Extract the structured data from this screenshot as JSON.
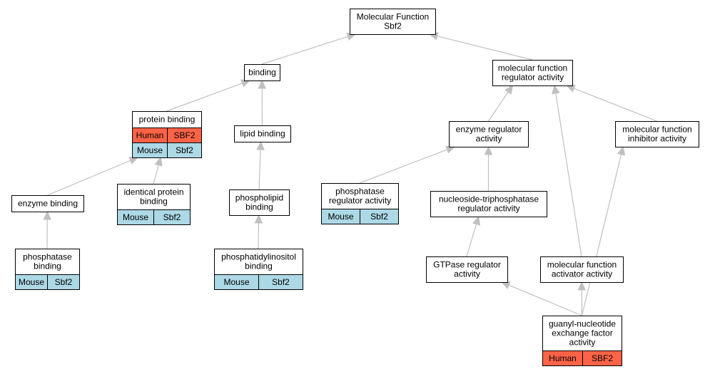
{
  "colors": {
    "edge": "#c0c0c0",
    "node_border": "#000000",
    "node_fill": "#ffffff",
    "human": "#ff6347",
    "mouse": "#add8e6"
  },
  "nodes": [
    {
      "id": "mf",
      "lines": [
        "Molecular Function",
        "Sbf2"
      ],
      "annotations": []
    },
    {
      "id": "binding",
      "lines": [
        "binding"
      ],
      "annotations": []
    },
    {
      "id": "mfra",
      "lines": [
        "molecular function",
        "regulator activity"
      ],
      "annotations": []
    },
    {
      "id": "protein_binding",
      "lines": [
        "protein binding"
      ],
      "annotations": [
        {
          "species": "Human",
          "gene": "SBF2"
        },
        {
          "species": "Mouse",
          "gene": "Sbf2"
        }
      ]
    },
    {
      "id": "lipid_binding",
      "lines": [
        "lipid binding"
      ],
      "annotations": []
    },
    {
      "id": "enzyme_reg",
      "lines": [
        "enzyme regulator",
        "activity"
      ],
      "annotations": []
    },
    {
      "id": "mf_inhib",
      "lines": [
        "molecular function",
        "inhibitor activity"
      ],
      "annotations": []
    },
    {
      "id": "enzyme_binding",
      "lines": [
        "enzyme binding"
      ],
      "annotations": []
    },
    {
      "id": "identical_pb",
      "lines": [
        "identical protein",
        "binding"
      ],
      "annotations": [
        {
          "species": "Mouse",
          "gene": "Sbf2"
        }
      ]
    },
    {
      "id": "phospholipid",
      "lines": [
        "phospholipid",
        "binding"
      ],
      "annotations": []
    },
    {
      "id": "phosphatase_reg",
      "lines": [
        "phosphatase",
        "regulator activity"
      ],
      "annotations": [
        {
          "species": "Mouse",
          "gene": "Sbf2"
        }
      ]
    },
    {
      "id": "ntp_reg",
      "lines": [
        "nucleoside-triphosphatase",
        "regulator activity"
      ],
      "annotations": []
    },
    {
      "id": "phosphatase_binding",
      "lines": [
        "phosphatase",
        "binding"
      ],
      "annotations": [
        {
          "species": "Mouse",
          "gene": "Sbf2"
        }
      ]
    },
    {
      "id": "pi_binding",
      "lines": [
        "phosphatidylinositol",
        "binding"
      ],
      "annotations": [
        {
          "species": "Mouse",
          "gene": "Sbf2"
        }
      ]
    },
    {
      "id": "gtpase_reg",
      "lines": [
        "GTPase regulator",
        "activity"
      ],
      "annotations": []
    },
    {
      "id": "mf_activator",
      "lines": [
        "molecular function",
        "activator activity"
      ],
      "annotations": []
    },
    {
      "id": "gef",
      "lines": [
        "guanyl-nucleotide",
        "exchange factor",
        "activity"
      ],
      "annotations": [
        {
          "species": "Human",
          "gene": "SBF2"
        }
      ]
    }
  ],
  "edges": [
    {
      "from": "binding",
      "to": "mf"
    },
    {
      "from": "mfra",
      "to": "mf"
    },
    {
      "from": "protein_binding",
      "to": "binding"
    },
    {
      "from": "lipid_binding",
      "to": "binding"
    },
    {
      "from": "enzyme_reg",
      "to": "mfra"
    },
    {
      "from": "mf_inhib",
      "to": "mfra"
    },
    {
      "from": "mf_activator",
      "to": "mfra"
    },
    {
      "from": "enzyme_binding",
      "to": "protein_binding"
    },
    {
      "from": "identical_pb",
      "to": "protein_binding"
    },
    {
      "from": "phospholipid",
      "to": "lipid_binding"
    },
    {
      "from": "phosphatase_reg",
      "to": "enzyme_reg"
    },
    {
      "from": "ntp_reg",
      "to": "enzyme_reg"
    },
    {
      "from": "phosphatase_binding",
      "to": "enzyme_binding"
    },
    {
      "from": "pi_binding",
      "to": "phospholipid"
    },
    {
      "from": "gtpase_reg",
      "to": "ntp_reg"
    },
    {
      "from": "gef",
      "to": "gtpase_reg"
    },
    {
      "from": "gef",
      "to": "mf_activator"
    },
    {
      "from": "gef",
      "to": "mf_inhib"
    }
  ]
}
